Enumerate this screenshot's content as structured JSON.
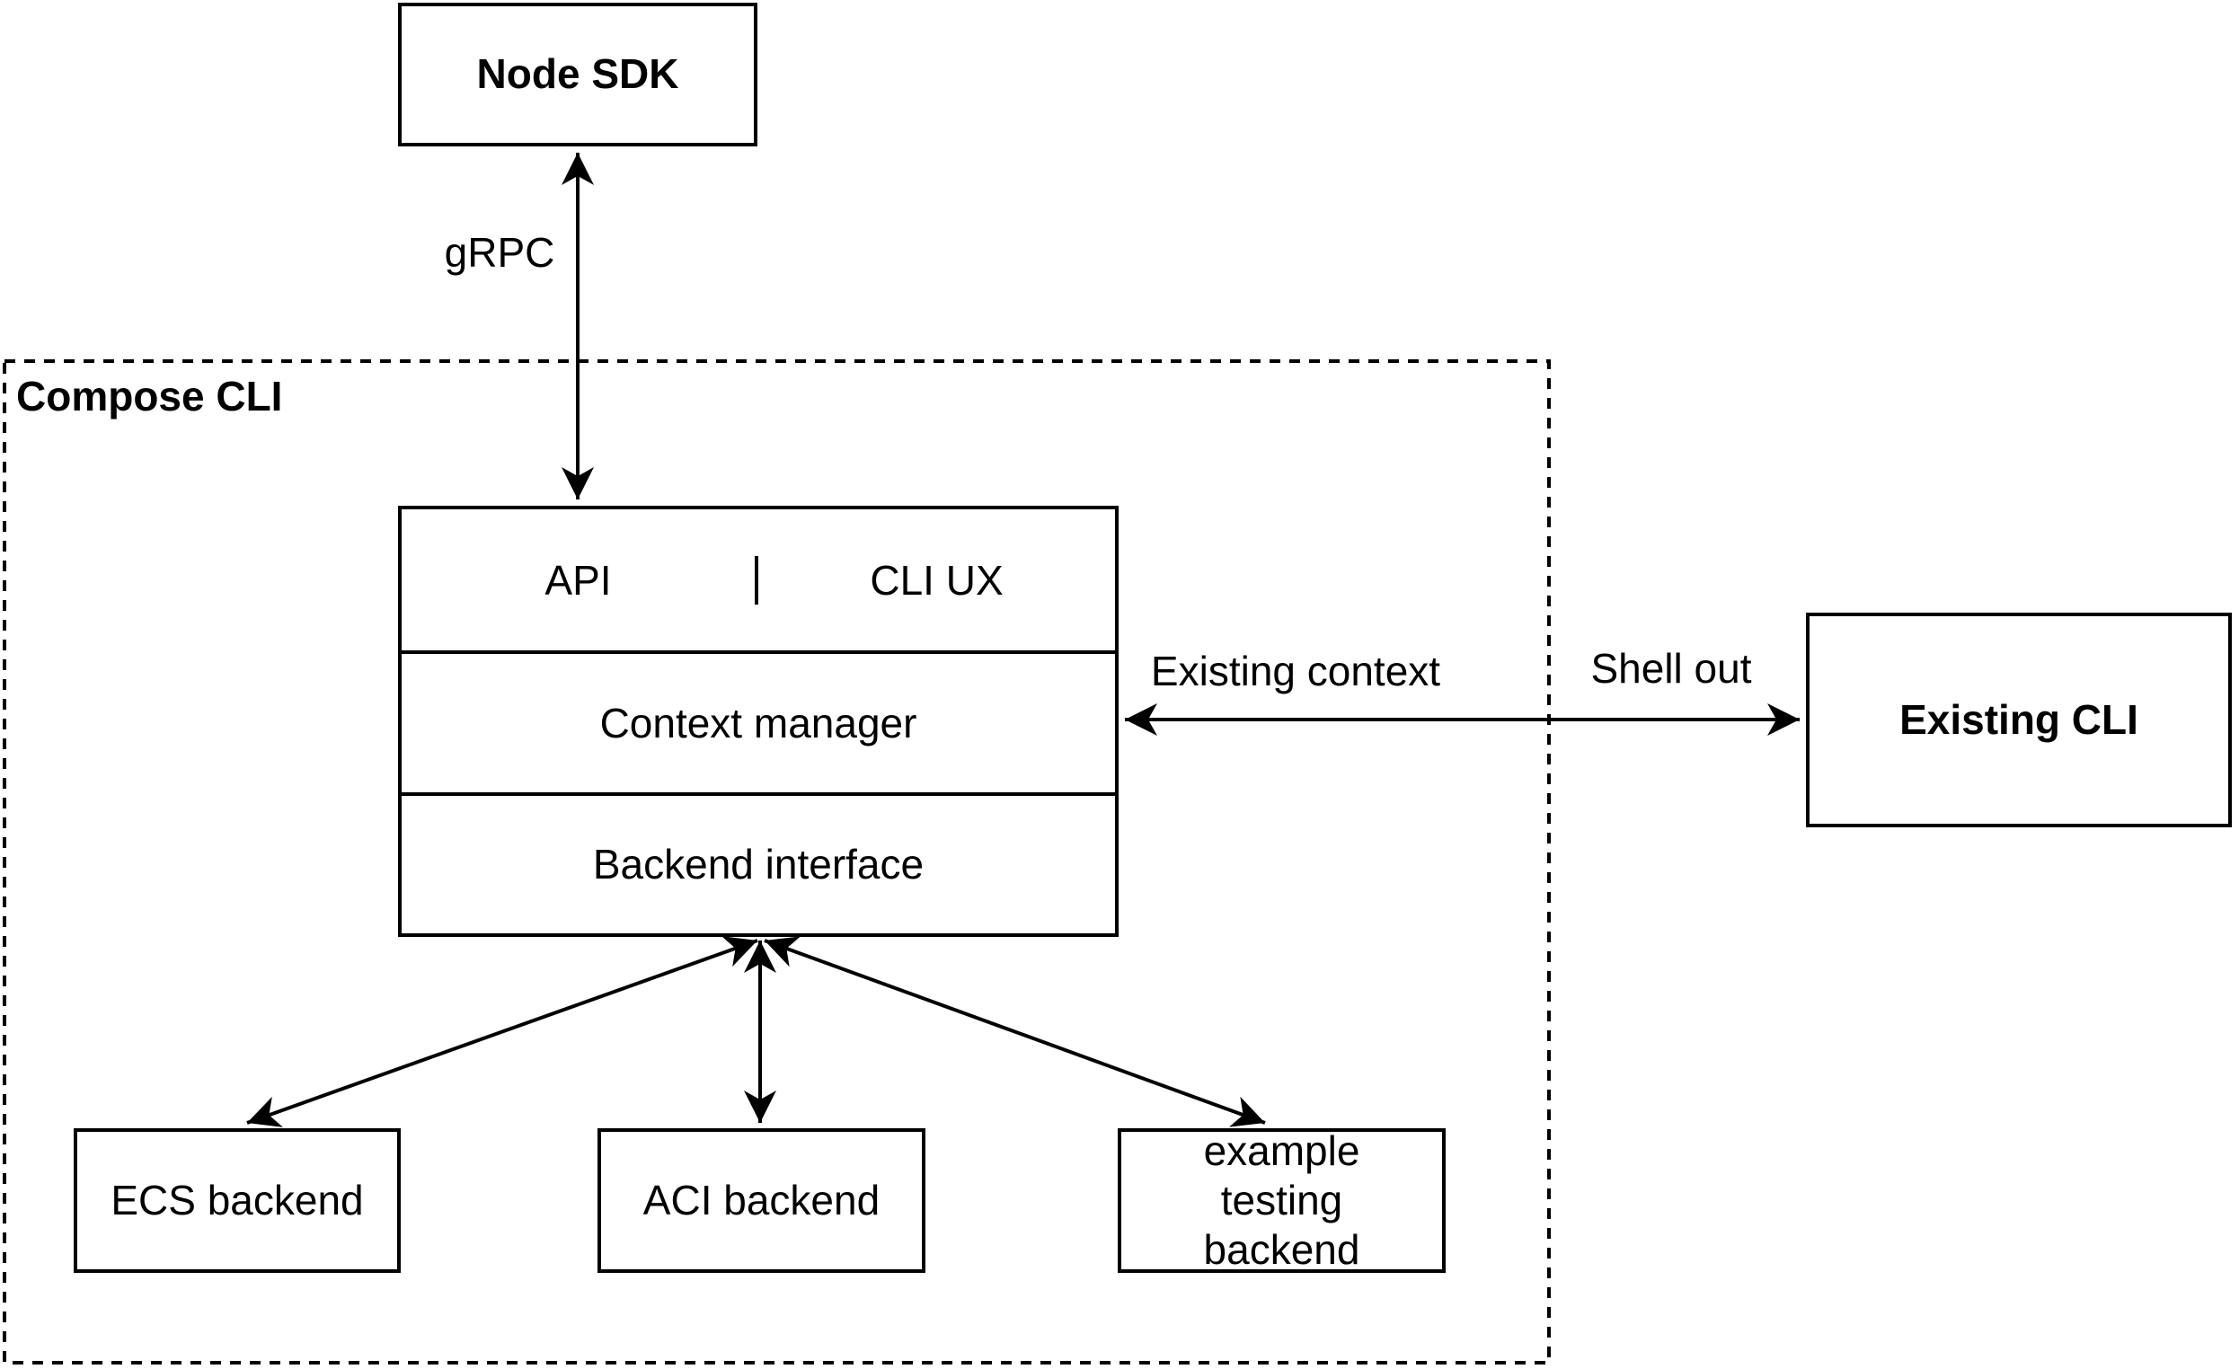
{
  "canvas": {
    "background_color": "#ffffff",
    "line_color": "#000000"
  },
  "container": {
    "label": "Compose CLI"
  },
  "nodes": {
    "node_sdk": "Node SDK",
    "api": "API",
    "cli_ux": "CLI UX",
    "context_manager": "Context manager",
    "backend_interface": "Backend interface",
    "existing_cli": "Existing CLI",
    "ecs_backend": "ECS backend",
    "aci_backend": "ACI backend",
    "example_testing_backend": "example testing backend"
  },
  "edge_labels": {
    "grpc": "gRPC",
    "existing_context": "Existing context",
    "shell_out": "Shell out"
  }
}
